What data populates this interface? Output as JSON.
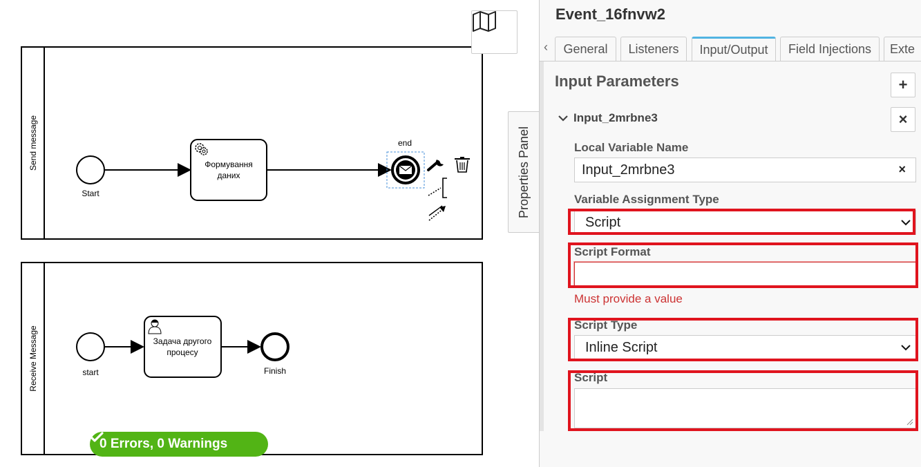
{
  "diagram": {
    "pool_top": {
      "lane_label": "Send message",
      "start_label": "Start",
      "task_label_line1": "Формування",
      "task_label_line2": "даних",
      "end_label": "end"
    },
    "pool_bottom": {
      "lane_label": "Receive Message",
      "start_label": "start",
      "task_label_line1": "Задача другого",
      "task_label_line2": "процесу",
      "end_label": "Finish"
    },
    "status": "0 Errors, 0 Warnings",
    "properties_toggle": "Properties Panel",
    "icons": {
      "map": "map-icon",
      "check": "check-icon",
      "gear": "gear-icon",
      "user": "user-icon",
      "envelope": "envelope-icon",
      "wrench": "wrench-icon",
      "trash": "trash-icon",
      "annotation": "text-annotation-icon",
      "connect": "connect-icon"
    }
  },
  "panel": {
    "title": "Event_16fnvw2",
    "tab_scroll": "‹",
    "tabs": [
      "General",
      "Listeners",
      "Input/Output",
      "Field Injections",
      "Exte"
    ],
    "active_tab": "Input/Output",
    "section_title": "Input Parameters",
    "add_button": "+",
    "remove_button": "×",
    "parameter_name": "Input_2mrbne3",
    "local_var_label": "Local Variable Name",
    "local_var_value": "Input_2mrbne3",
    "clear_button": "×",
    "assignment_type_label": "Variable Assignment Type",
    "assignment_type_value": "Script",
    "script_format_label": "Script Format",
    "script_format_value": "",
    "script_format_error": "Must provide a value",
    "script_type_label": "Script Type",
    "script_type_value": "Inline Script",
    "script_label": "Script",
    "script_value": ""
  },
  "colors": {
    "highlight": "#e0141e",
    "success": "#52b415",
    "error": "#cc3333",
    "active_tab": "#52b4e2",
    "selection": "#4a90d9"
  }
}
